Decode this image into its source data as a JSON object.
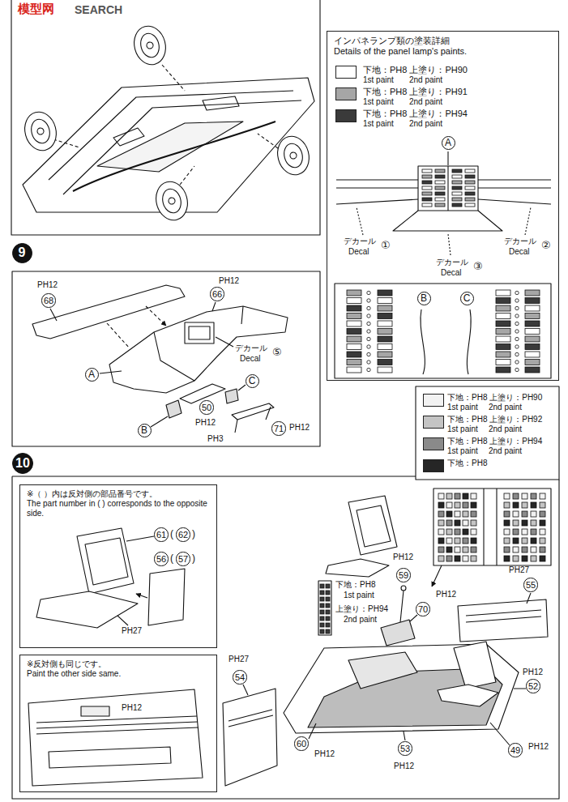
{
  "diagram": {
    "nodes": [
      {
        "text": [
          "インパネランプ類の塗装詳細",
          "Details of the panel lamp's paints."
        ]
      },
      {
        "text": [
          "A"
        ],
        "in": 0
      },
      {
        "text": [
          "B"
        ],
        "in": 0
      },
      {
        "text": [
          "C"
        ],
        "in": 0
      },
      {
        "text": [
          "9"
        ]
      },
      {
        "text": [
          "68"
        ]
      },
      {
        "text": [
          "66"
        ]
      },
      {
        "text": [
          "A"
        ]
      },
      {
        "text": [
          "B"
        ]
      },
      {
        "text": [
          "C"
        ]
      },
      {
        "text": [
          "50"
        ]
      },
      {
        "text": [
          "71"
        ]
      },
      {
        "text": [
          "10"
        ]
      },
      {
        "text": [
          "※（ ）内は反対側の部品番号です。",
          "The part number in ( ) corresponds to the opposite side."
        ]
      },
      {
        "text": [
          "61"
        ],
        "in": 13
      },
      {
        "text": [
          "62"
        ],
        "in": 13
      },
      {
        "text": [
          "56"
        ],
        "in": 13
      },
      {
        "text": [
          "57"
        ],
        "in": 13
      },
      {
        "text": [
          "※反対側も同じです。",
          "Paint the other side same."
        ]
      },
      {
        "text": [
          "59"
        ]
      },
      {
        "text": [
          "70"
        ]
      },
      {
        "text": [
          "55"
        ]
      },
      {
        "text": [
          "52"
        ]
      },
      {
        "text": [
          "54"
        ]
      },
      {
        "text": [
          "60"
        ]
      },
      {
        "text": [
          "53"
        ]
      },
      {
        "text": [
          "49"
        ]
      }
    ],
    "labels": [
      "模型网",
      "SEARCH",
      "1st paint",
      "2nd paint",
      "1st paint",
      "2nd paint",
      "1st paint",
      "2nd paint",
      "デカール",
      "Decal",
      "①",
      "デカール",
      "Decal",
      "②",
      "デカール",
      "Decal",
      "③",
      "PH12",
      "PH12",
      "デカール",
      "Decal",
      "⑤",
      "PH12",
      "PH3",
      "PH12",
      "1st paint",
      "2nd paint",
      "1st paint",
      "2nd paint",
      "1st paint",
      "2nd paint",
      "(",
      ")",
      "(",
      ")",
      "PH27",
      "PH12",
      "PH12",
      "PH12",
      "下地：PH8",
      "1st paint",
      "上塗り：PH94",
      "2nd paint",
      "PH27",
      "PH12",
      "PH27",
      "PH12",
      "PH12",
      "PH12"
    ],
    "legend": [
      {
        "text": "下地：PH8 上塗り：PH90",
        "color": "#ffffff"
      },
      {
        "text": "下地：PH8 上塗り：PH91",
        "color": "#a6a6a6"
      },
      {
        "text": "下地：PH8 上塗り：PH94",
        "color": "#3a3a3a"
      },
      {
        "text": "下地：PH8 上塗り：PH90",
        "color": "#f2f2f2"
      },
      {
        "text": "下地：PH8 上塗り：PH92",
        "color": "#c4c4c4"
      },
      {
        "text": "下地：PH8 上塗り：PH94",
        "color": "#8a8a8a"
      },
      {
        "text": "下地：PH8",
        "color": "#262626"
      }
    ]
  }
}
